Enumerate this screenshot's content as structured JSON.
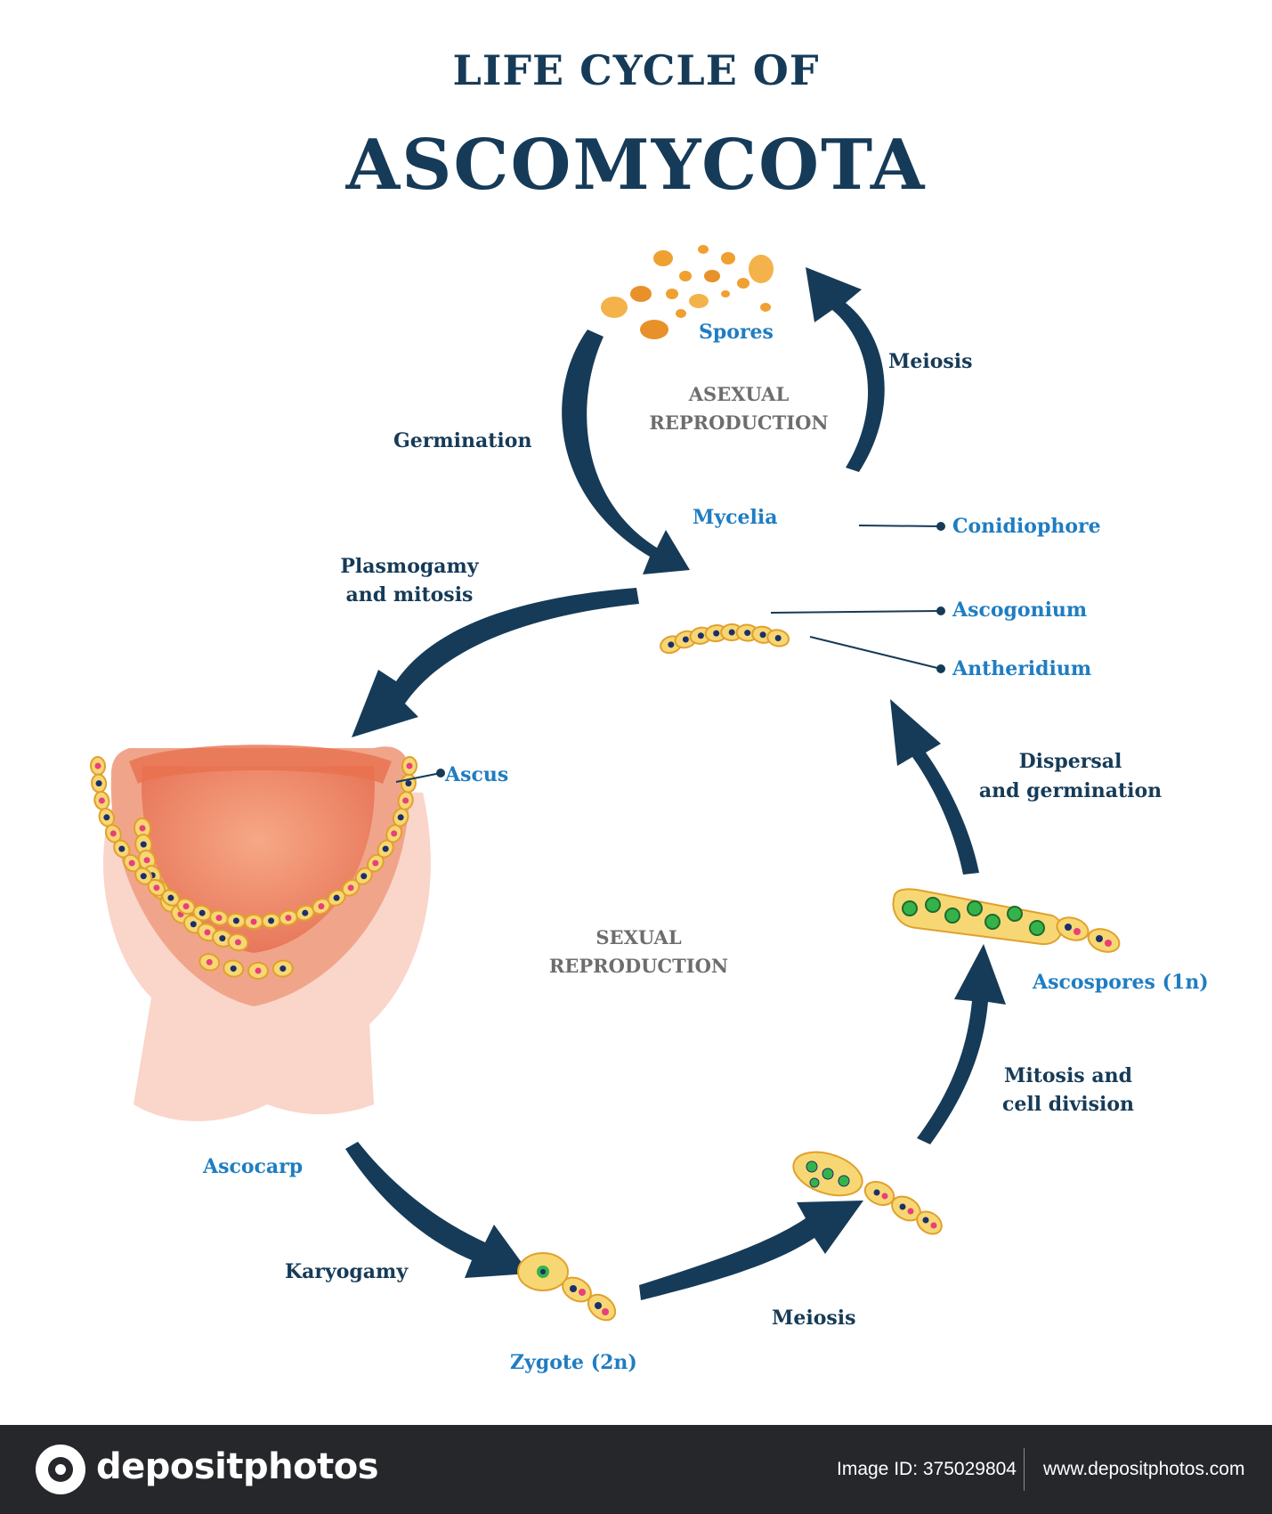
{
  "title": {
    "line1": "LIFE CYCLE OF",
    "line2": "ASCOMYCOTA"
  },
  "colors": {
    "navy": "#163b58",
    "blue_label": "#1f7dc2",
    "cell_fill": "#f7d774",
    "cell_stroke": "#e1a02c",
    "nucleus_pink": "#e8407a",
    "nucleus_navy": "#1c2f6b",
    "ascocarp": "#ee8e6f",
    "spore_orange": "#f0a030",
    "ascospore_green": "#35b34a"
  },
  "labels": {
    "spores": "Spores",
    "meiosis_top": "Meiosis",
    "asexual_1": "ASEXUAL",
    "asexual_2": "REPRODUCTION",
    "germination": "Germination",
    "mycelia": "Mycelia",
    "conidiophore": "Conidiophore",
    "plasmogamy_1": "Plasmogamy",
    "plasmogamy_2": "and mitosis",
    "ascogonium": "Ascogonium",
    "antheridium": "Antheridium",
    "ascus": "Ascus",
    "dispersal_1": "Dispersal",
    "dispersal_2": "and germination",
    "sexual_1": "SEXUAL",
    "sexual_2": "REPRODUCTION",
    "ascospores": "Ascospores (1n)",
    "mitosis_1": "Mitosis and",
    "mitosis_2": "cell division",
    "ascocarp": "Ascocarp",
    "karyogamy": "Karyogamy",
    "meiosis_bottom": "Meiosis",
    "zygote": "Zygote (2n)"
  },
  "footer": {
    "brand": "depositphotos",
    "image_id": "Image ID: 375029804",
    "site": "www.depositphotos.com"
  }
}
